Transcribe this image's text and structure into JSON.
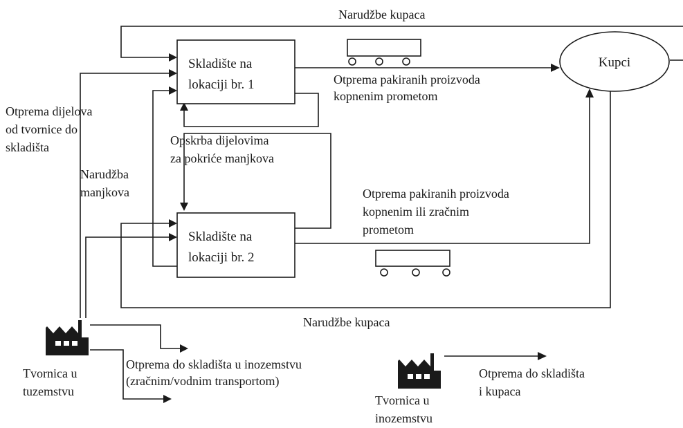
{
  "diagram": {
    "nodes": {
      "warehouse1": {
        "line1": "Skladište na",
        "line2": "lokaciji br. 1"
      },
      "warehouse2": {
        "line1": "Skladište na",
        "line2": "lokaciji br. 2"
      },
      "customers": "Kupci",
      "factory_domestic": {
        "line1": "Tvornica u",
        "line2": "tuzemstvu"
      },
      "factory_foreign": {
        "line1": "Tvornica u",
        "line2": "inozemstvu"
      }
    },
    "labels": {
      "orders_top": "Narudžbe kupaca",
      "orders_bottom": "Narudžbe kupaca",
      "ship_land": {
        "line1": "Otprema pakiranih proizvoda",
        "line2": "kopnenim prometom"
      },
      "ship_land_air": {
        "line1": "Otprema pakiranih proizvoda",
        "line2": "kopnenim ili zračnim",
        "line3": "prometom"
      },
      "parts_to_warehouse": {
        "line1": "Otprema dijelova",
        "line2": "od tvornice do",
        "line3": "skladišta"
      },
      "shortage_supply": {
        "line1": "Opskrba dijelovima",
        "line2": "za pokriće manjkova"
      },
      "shortage_order": {
        "line1": "Narudžba",
        "line2": "manjkova"
      },
      "ship_abroad": {
        "line1": "Otprema do skladišta u inozemstvu",
        "line2": "(zračnim/vodnim transportom)"
      },
      "ship_foreign": {
        "line1": "Otprema do skladišta",
        "line2": "i kupaca"
      }
    }
  }
}
